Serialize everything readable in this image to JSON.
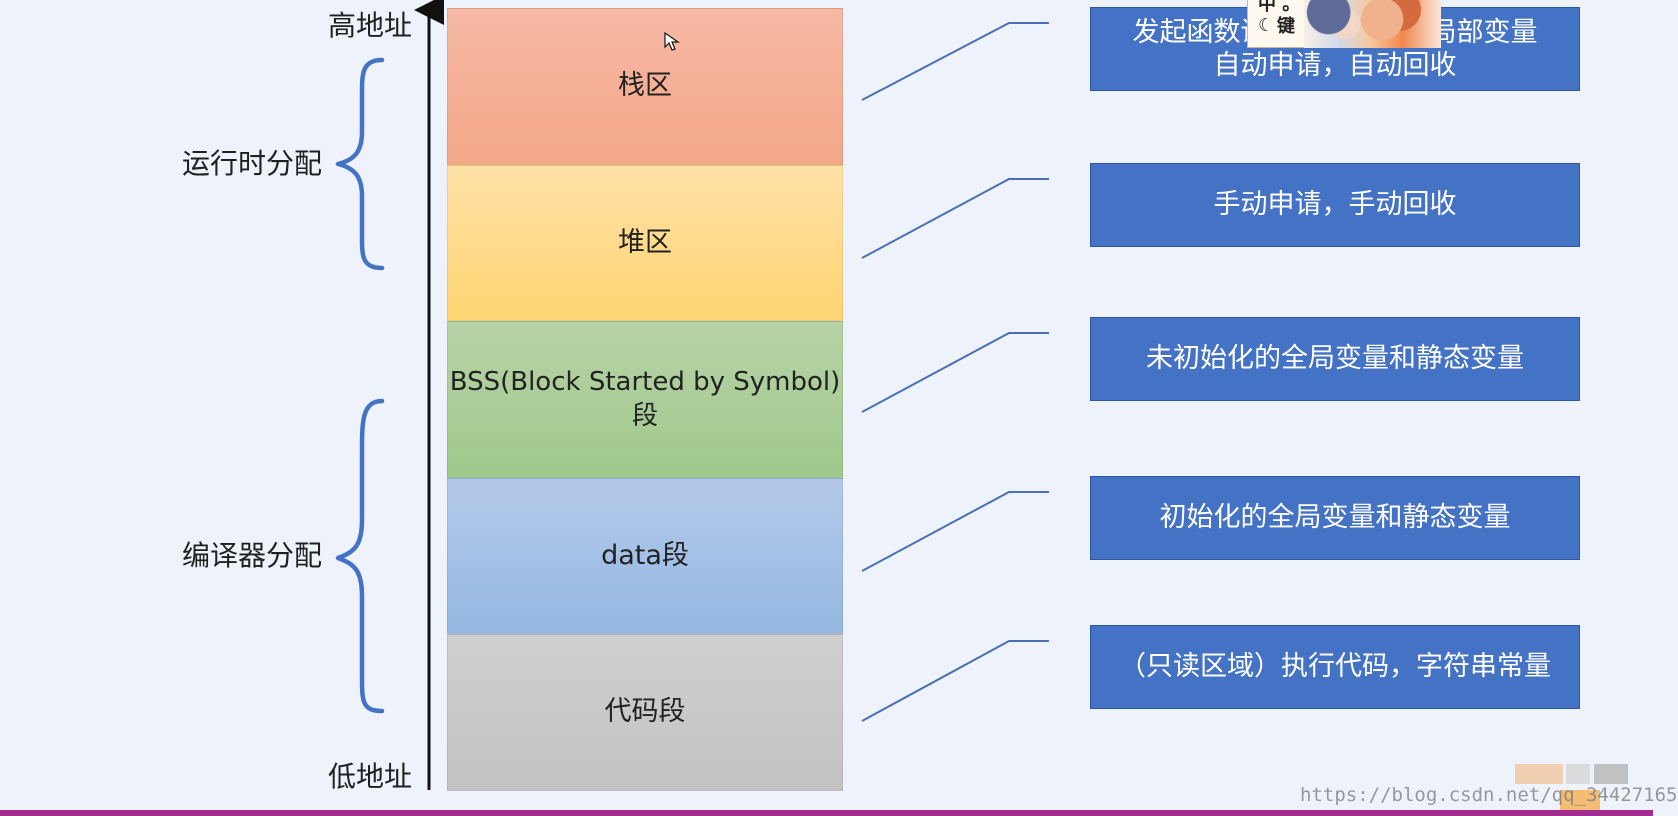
{
  "labels": {
    "high_address": "高地址",
    "low_address": "低地址",
    "runtime_allocation": "运行时分配",
    "compiler_allocation": "编译器分配"
  },
  "segments": [
    {
      "label": "栈区"
    },
    {
      "label": "堆区"
    },
    {
      "label": "BSS(Block Started by Symbol)\n段"
    },
    {
      "label": "data段"
    },
    {
      "label": "代码段"
    }
  ],
  "descriptions": [
    {
      "text": "发起函数调用时，函数的局部变量\n自动申请，自动回收"
    },
    {
      "text": "手动申请，手动回收"
    },
    {
      "text": "未初始化的全局变量和静态变量"
    },
    {
      "text": "初始化的全局变量和静态变量"
    },
    {
      "text": "（只读区域）执行代码，字符串常量"
    }
  ],
  "popup": {
    "top_text": "中 。",
    "key_label": "键",
    "moon_icon": "moon-icon"
  },
  "watermark": "https://blog.csdn.net/qq_34427165",
  "colors": {
    "background": "#eef3fb",
    "box_blue": "#4472c4",
    "brace_blue": "#4472c4",
    "line_blue": "#4a6fb3",
    "bottom_bar": "#a12b8f"
  }
}
